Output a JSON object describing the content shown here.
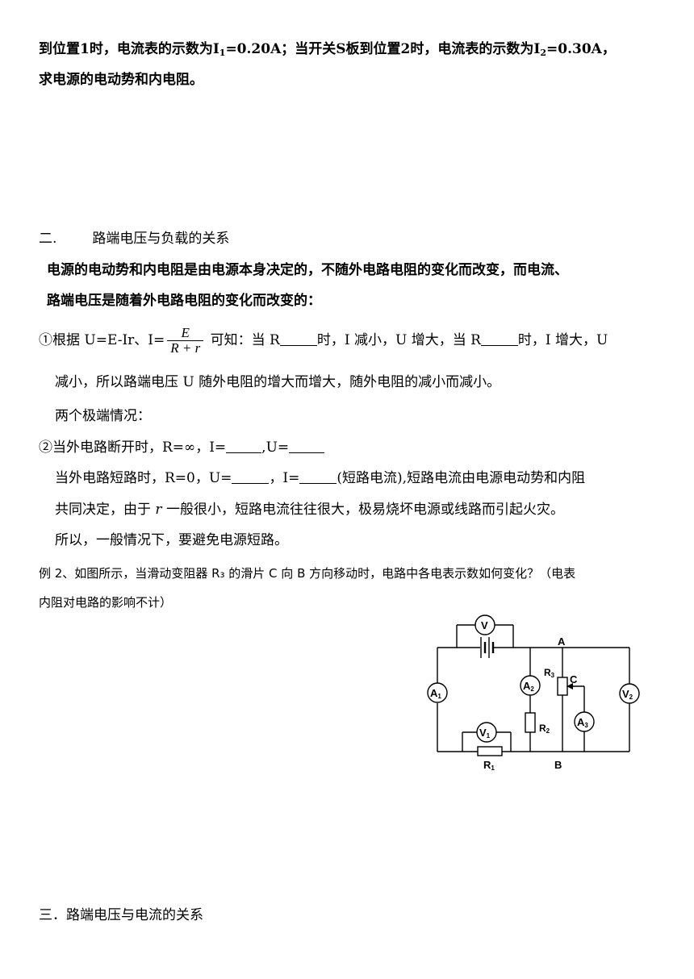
{
  "top": {
    "line1": {
      "a": "到位置1时，电流表的示数为",
      "i1": "I",
      "i1_sub": "1",
      "i1_val": "=0.20A",
      "b": "；当开关S板到位置2时，电流表的示数为",
      "i2": "I",
      "i2_sub": "2",
      "i2_val": "=0.30A",
      "c": "，"
    },
    "line2": "求电源的电动势和内电阻。"
  },
  "section2": {
    "heading_num": "二.",
    "heading_text": "路端电压与负载的关系",
    "intro1": "电源的电动势和内电阻是由电源本身决定的，不随外电路电阻的变化而改变，而电流、",
    "intro2": "路端电压是随着外电路电阻的变化而改变的：",
    "item1_a": "①根据 U=E-Ir、I=",
    "frac_num": "E",
    "frac_den": "R + r",
    "item1_b": " 可知：当 R",
    "item1_c": "时，I 减小，U 增大，当 R",
    "item1_d": "时，I 增大，U",
    "item1_line2": "减小，所以路端电压 U 随外电阻的增大而增大，随外电阻的减小而减小。",
    "extremes": "两个极端情况：",
    "item2_a": "②当外电路断开时，R=∞，I=",
    "item2_b": ",U=",
    "short_a": "当外电路短路时，R=0，U=",
    "short_b": "，I=",
    "short_c": "(短路电流),短路电流由电源电动势和内阻",
    "short2_a": "共同决定，由于 ",
    "short2_r": "r",
    "short2_b": " 一般很小，短路电流往往很大，极易烧坏电源或线路而引起火灾。",
    "short3": "所以，一般情况下，要避免电源短路。"
  },
  "example2": {
    "line1": "例 2、如图所示，当滑动变阻器 R₃ 的滑片 C 向 B 方向移动时，电路中各电表示数如何变化？（电表",
    "line2": "内阻对电路的影响不计）"
  },
  "circuit": {
    "V": "V",
    "A": "A",
    "B": "B",
    "C": "C",
    "R1": "R",
    "R1_sub": "1",
    "R2": "R",
    "R2_sub": "2",
    "R3": "R",
    "R3_sub": "3",
    "A1": "A",
    "A1_sub": "1",
    "A2": "A",
    "A2_sub": "2",
    "A3": "A",
    "A3_sub": "3",
    "V1": "V",
    "V1_sub": "1",
    "V2": "V",
    "V2_sub": "2"
  },
  "section3": {
    "heading": "三．路端电压与电流的关系"
  }
}
